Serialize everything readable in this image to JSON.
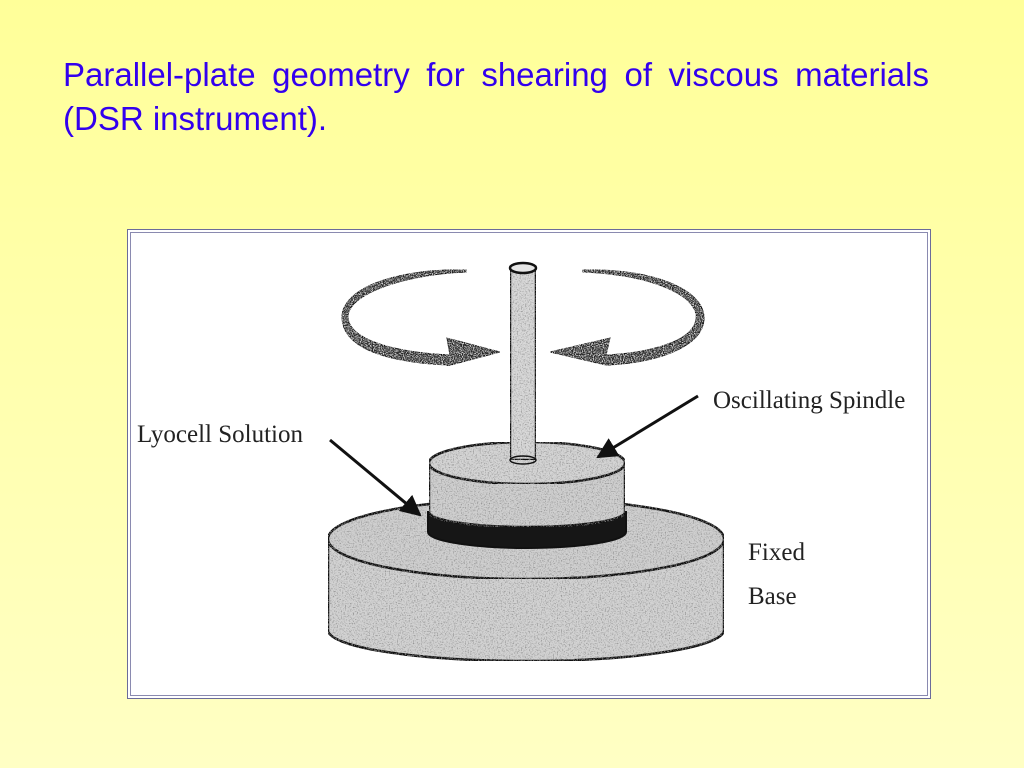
{
  "slide": {
    "title": "Parallel-plate geometry for shearing of viscous materials (DSR instrument)."
  },
  "diagram": {
    "labels": {
      "lyocell": "Lyocell Solution",
      "spindle": "Oscillating Spindle",
      "fixed": "Fixed",
      "base": "Base"
    }
  },
  "colors": {
    "title": "#3300ee",
    "background_top": "#ffff99",
    "background_bottom": "#ffffc4",
    "sample_layer": "#111111",
    "stipple": "#8a8a8a"
  }
}
